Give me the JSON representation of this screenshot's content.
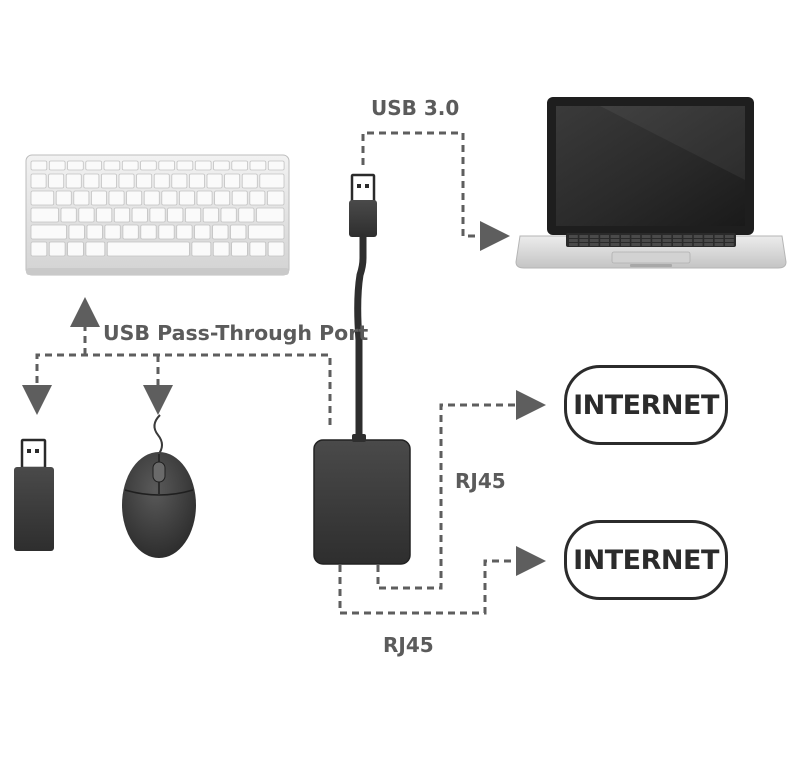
{
  "labels": {
    "usb": "USB 3.0",
    "pass_through": "USB Pass-Through Port",
    "rj45_right": "RJ45",
    "rj45_bottom": "RJ45"
  },
  "internet": [
    "INTERNET",
    "INTERNET"
  ],
  "colors": {
    "dashed_line": "#5e5e5e",
    "label_text": "#5b5b5b",
    "device_body": "#3a3a3a",
    "internet_border": "#2b2b2b",
    "keyboard_body": "#e4e4e4",
    "laptop_body": "#d6d6d6"
  }
}
